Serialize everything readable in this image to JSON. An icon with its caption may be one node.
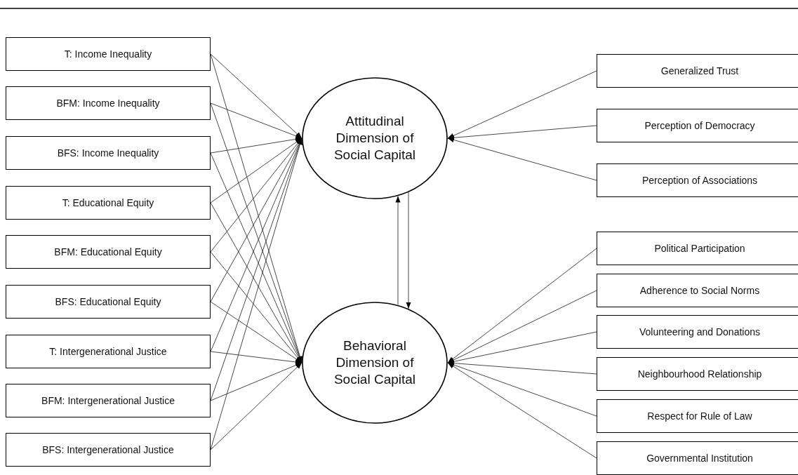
{
  "diagram": {
    "nodes": [
      {
        "text": [
          "T: Income Inequality"
        ]
      },
      {
        "text": [
          "BFM: Income Inequality"
        ]
      },
      {
        "text": [
          "BFS: Income Inequality"
        ]
      },
      {
        "text": [
          "T: Educational Equity"
        ]
      },
      {
        "text": [
          "BFM: Educational Equity"
        ]
      },
      {
        "text": [
          "BFS: Educational Equity"
        ]
      },
      {
        "text": [
          "T: Intergenerational Justice"
        ]
      },
      {
        "text": [
          "BFM: Intergenerational Justice"
        ]
      },
      {
        "text": [
          "BFS: Intergenerational Justice"
        ]
      },
      {
        "text": [
          "Attitudinal Dimension of Social Capital"
        ]
      },
      {
        "text": [
          "Behavioral Dimension of Social Capital"
        ]
      },
      {
        "text": [
          "Generalized Trust"
        ]
      },
      {
        "text": [
          "Perception of Democracy"
        ]
      },
      {
        "text": [
          "Perception of Associations"
        ]
      },
      {
        "text": [
          "Political Participation"
        ]
      },
      {
        "text": [
          "Adherence to Social Norms"
        ]
      },
      {
        "text": [
          "Volunteering and Donations"
        ]
      },
      {
        "text": [
          "Neighbourhood Relationship"
        ]
      },
      {
        "text": [
          "Respect for Rule of Law"
        ]
      },
      {
        "text": [
          "Governmental Institution"
        ]
      }
    ],
    "edges": [
      {
        "from": 0,
        "to": 9,
        "arrow": "to"
      },
      {
        "from": 0,
        "to": 10,
        "arrow": "to"
      },
      {
        "from": 1,
        "to": 9,
        "arrow": "to"
      },
      {
        "from": 1,
        "to": 10,
        "arrow": "to"
      },
      {
        "from": 2,
        "to": 9,
        "arrow": "to"
      },
      {
        "from": 2,
        "to": 10,
        "arrow": "to"
      },
      {
        "from": 3,
        "to": 9,
        "arrow": "to"
      },
      {
        "from": 3,
        "to": 10,
        "arrow": "to"
      },
      {
        "from": 4,
        "to": 9,
        "arrow": "to"
      },
      {
        "from": 4,
        "to": 10,
        "arrow": "to"
      },
      {
        "from": 5,
        "to": 9,
        "arrow": "to"
      },
      {
        "from": 5,
        "to": 10,
        "arrow": "to"
      },
      {
        "from": 6,
        "to": 9,
        "arrow": "to"
      },
      {
        "from": 6,
        "to": 10,
        "arrow": "to"
      },
      {
        "from": 7,
        "to": 9,
        "arrow": "to"
      },
      {
        "from": 7,
        "to": 10,
        "arrow": "to"
      },
      {
        "from": 8,
        "to": 9,
        "arrow": "to"
      },
      {
        "from": 8,
        "to": 10,
        "arrow": "to"
      },
      {
        "from": 10,
        "to": 9,
        "arrow": "to"
      },
      {
        "from": 9,
        "to": 10,
        "arrow": "to"
      },
      {
        "from": 11,
        "to": 9,
        "arrow": "to"
      },
      {
        "from": 12,
        "to": 9,
        "arrow": "to"
      },
      {
        "from": 13,
        "to": 9,
        "arrow": "to"
      },
      {
        "from": 14,
        "to": 10,
        "arrow": "to"
      },
      {
        "from": 15,
        "to": 10,
        "arrow": "to"
      },
      {
        "from": 16,
        "to": 10,
        "arrow": "to"
      },
      {
        "from": 17,
        "to": 10,
        "arrow": "to"
      },
      {
        "from": 18,
        "to": 10,
        "arrow": "to"
      },
      {
        "from": 19,
        "to": 10,
        "arrow": "to"
      }
    ]
  }
}
